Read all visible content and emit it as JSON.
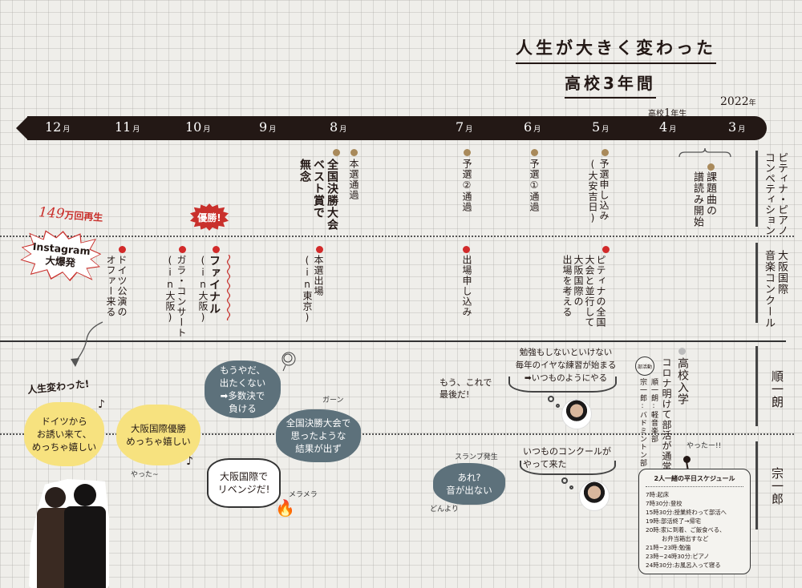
{
  "header": {
    "title_line1": "人生が大きく変わった",
    "title_line2": "高校3年間",
    "year": "2022",
    "year_suffix": "年",
    "grade_prefix": "高校",
    "grade_number": "1",
    "grade_suffix": "年生"
  },
  "timeline": {
    "month_suffix": "月",
    "months": [
      "12",
      "11",
      "10",
      "9",
      "8",
      "7",
      "6",
      "5",
      "4",
      "3"
    ]
  },
  "rows": {
    "petina": "ピティナ・ピアノ\nコンペティション",
    "petina_line1": "ピティナ・ピアノ",
    "petina_line2": "コンペティション",
    "osaka_line1": "大阪国際",
    "osaka_line2": "音楽コンクール",
    "junichiro": "順一朗",
    "soichiro": "宗一郎"
  },
  "petina_events": [
    {
      "month": "8",
      "lines": [
        "本選通過"
      ],
      "style": "normal"
    },
    {
      "month": "8",
      "lines": [
        "全国決勝大会",
        "ベスト賞で",
        "無念"
      ],
      "style": "bold"
    },
    {
      "month": "7",
      "lines": [
        "予選②通過"
      ],
      "style": "normal"
    },
    {
      "month": "6",
      "lines": [
        "予選①通過"
      ],
      "style": "normal"
    },
    {
      "month": "5",
      "lines": [
        "予選申し込み",
        "(大安吉日)"
      ],
      "style": "normal"
    },
    {
      "month": "3-4",
      "lines": [
        "課題曲の",
        "譜読み開始"
      ],
      "style": "normal"
    }
  ],
  "osaka_events": [
    {
      "month": "11",
      "lines": [
        "ドイツ公演の",
        "オファー来る"
      ]
    },
    {
      "month": "10",
      "lines": [
        "ガラ・コンサート",
        "(in大阪)"
      ]
    },
    {
      "month": "10",
      "lines": [
        "ファイナル",
        "(in大阪)"
      ],
      "badge": "優勝!"
    },
    {
      "month": "8",
      "lines": [
        "本選出場",
        "(in東京)"
      ]
    },
    {
      "month": "7",
      "lines": [
        "出場申し込み"
      ]
    },
    {
      "month": "5",
      "lines": [
        "ピティナの全国",
        "大会と並行して",
        "大阪国際の",
        "出場を考える"
      ]
    }
  ],
  "instagram": {
    "views": "149",
    "views_suffix": "万回再生",
    "burst_line1": "Instagram",
    "burst_line2": "大爆発"
  },
  "life_changed": "人生変わった!",
  "bubbles": {
    "germany": [
      "ドイツから",
      "お誘い来て、",
      "めっちゃ嬉しい"
    ],
    "osaka_win": [
      "大阪国際優勝",
      "めっちゃ嬉しい"
    ],
    "yatta": "やった~",
    "dont_want": [
      "もうやだ、",
      "出たくない",
      "➡多数決で",
      "負ける"
    ],
    "national": [
      "全国決勝大会で",
      "思ったような",
      "結果が出ず"
    ],
    "gaan": "ガーン",
    "revenge": [
      "大阪国際で",
      "リベンジだ!"
    ],
    "meramera": "メラメラ",
    "last_time": [
      "もう、これで",
      "最後だ!"
    ],
    "study_thought": [
      "勉強もしないといけない",
      "毎年のイヤな練習が始まる",
      "➡いつものようにやる"
    ],
    "slump": "スランプ発生",
    "no_sound": [
      "あれ?",
      "音が出ない"
    ],
    "donyori": "どんより",
    "usual_contest": [
      "いつものコンクールが",
      "やって来た"
    ],
    "yatta2": "やったー!!"
  },
  "school": {
    "enter": "高校入学",
    "club_normal": "コロナ明けて部活が通常に",
    "club_badge": "部活動",
    "jun_club": "順一朗:軽音楽部",
    "so_club": "宗一郎:バドミントン部"
  },
  "schedule": {
    "title": "2人一緒の平日スケジュール",
    "items": [
      "7時:起床",
      "7時30分:登校",
      "15時30分:授業終わって部活へ",
      "19時:部活終了→帰宅",
      "20時:家に到着、ご飯食べる、",
      "お弁当箱出すなど",
      "21時~23時:勉強",
      "23時~24時30分:ピアノ",
      "24時30分:お風呂入って寝る"
    ]
  },
  "colors": {
    "bar": "#231815",
    "gold_dot": "#a98a5b",
    "red_dot": "#d22a2a",
    "yellow_bubble": "#f7e27f",
    "slate_bubble": "#5d717b",
    "accent_red": "#c9302c"
  }
}
